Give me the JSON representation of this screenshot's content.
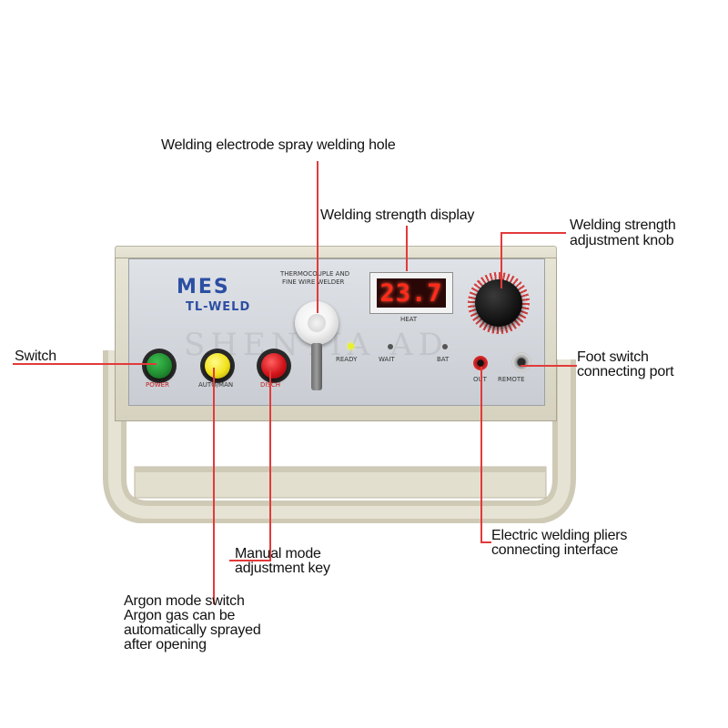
{
  "device": {
    "brand": "MES",
    "model": "TL-WELD",
    "panel_caption_1": "THERMOCOUPLE AND",
    "panel_caption_2": "FINE WIRE WELDER",
    "display_value": "23.7",
    "display_label": "HEAT",
    "indicators": [
      "READY",
      "WAIT",
      "BAT"
    ],
    "button_labels": [
      "POWER",
      "AUTO/MAN",
      "DISCH"
    ],
    "port_labels": [
      "OUT",
      "REMOTE"
    ],
    "watermark": "SHENTIA AD"
  },
  "callouts": {
    "spray_hole": "Welding electrode spray welding hole",
    "display": "Welding strength display",
    "knob_1": "Welding strength",
    "knob_2": "adjustment knob",
    "switch": "Switch",
    "foot_1": "Foot switch",
    "foot_2": "connecting port",
    "pliers_1": "Electric welding pliers",
    "pliers_2": "connecting interface",
    "manual_1": "Manual mode",
    "manual_2": "adjustment key",
    "argon_1": "Argon mode switch",
    "argon_2": "Argon gas can be",
    "argon_3": "automatically sprayed",
    "argon_4": "after opening"
  },
  "colors": {
    "callout_line": "#e23a3a",
    "brand_blue": "#2c4fa3",
    "display_red": "#ff2a1a",
    "power_green": "#1f8a2e",
    "auto_yellow": "#f2e21a",
    "disch_red": "#d3141a"
  }
}
